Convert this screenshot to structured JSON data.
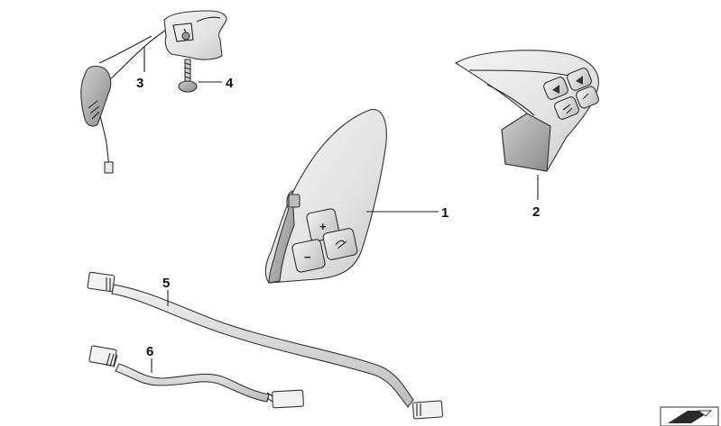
{
  "diagram": {
    "callouts": [
      {
        "id": "part-1",
        "label": "1"
      },
      {
        "id": "part-2",
        "label": "2"
      },
      {
        "id": "part-3",
        "label": "3"
      },
      {
        "id": "part-4",
        "label": "4"
      },
      {
        "id": "part-5",
        "label": "5"
      },
      {
        "id": "part-6",
        "label": "6"
      }
    ],
    "button_symbols": {
      "plus": "+",
      "minus": "−"
    }
  }
}
